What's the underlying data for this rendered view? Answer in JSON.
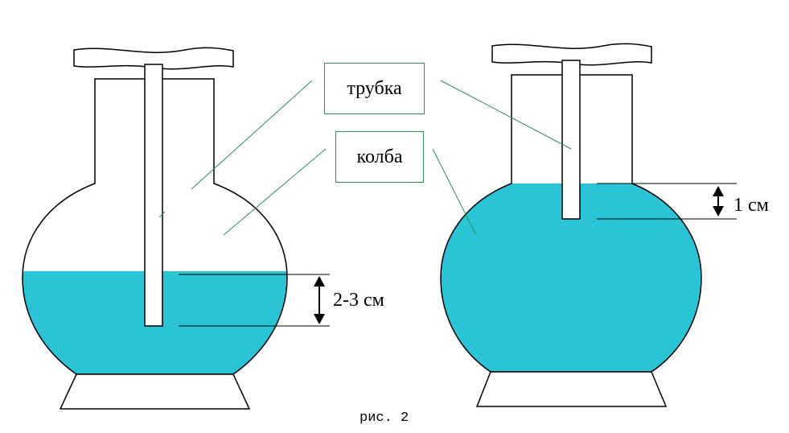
{
  "labels": {
    "tube": "трубка",
    "flask": "колба",
    "gap_left": "2-3 см",
    "gap_right": "1 см",
    "caption": "рис. 2"
  },
  "colors": {
    "water": "#2bc4d6",
    "leader_line": "#2e8b57",
    "outline": "#000000"
  }
}
